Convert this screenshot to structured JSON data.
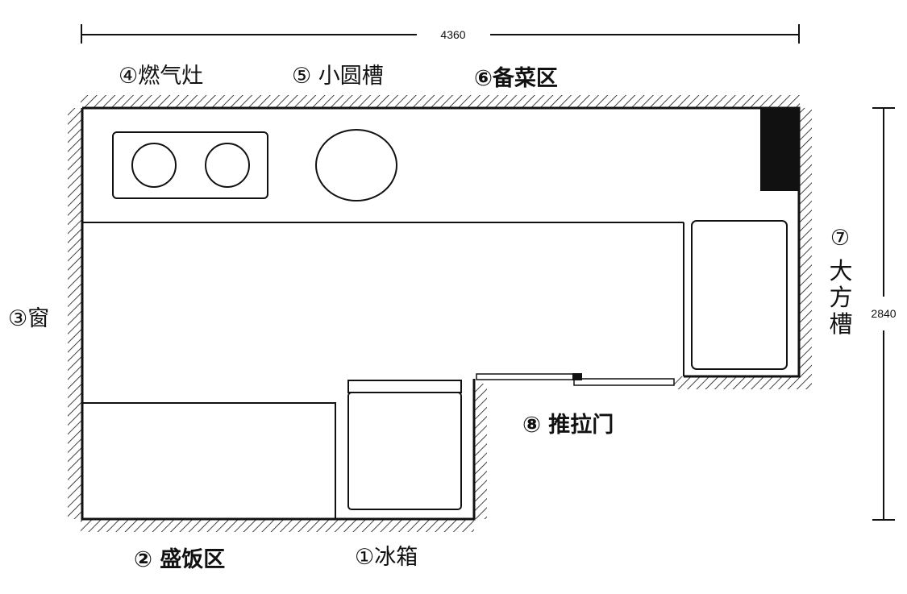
{
  "dimensions": {
    "width_label": "4360",
    "height_label": "2840"
  },
  "zones": {
    "fridge": "①冰箱",
    "serving": "② 盛饭区",
    "window": "③窗",
    "stove": "④燃气灶",
    "small_sink": "⑤ 小圆槽",
    "prep": "⑥备菜区",
    "large_sink_num": "⑦",
    "large_sink_chars": [
      "大",
      "方",
      "槽"
    ],
    "sliding_door": "⑧ 推拉门"
  }
}
